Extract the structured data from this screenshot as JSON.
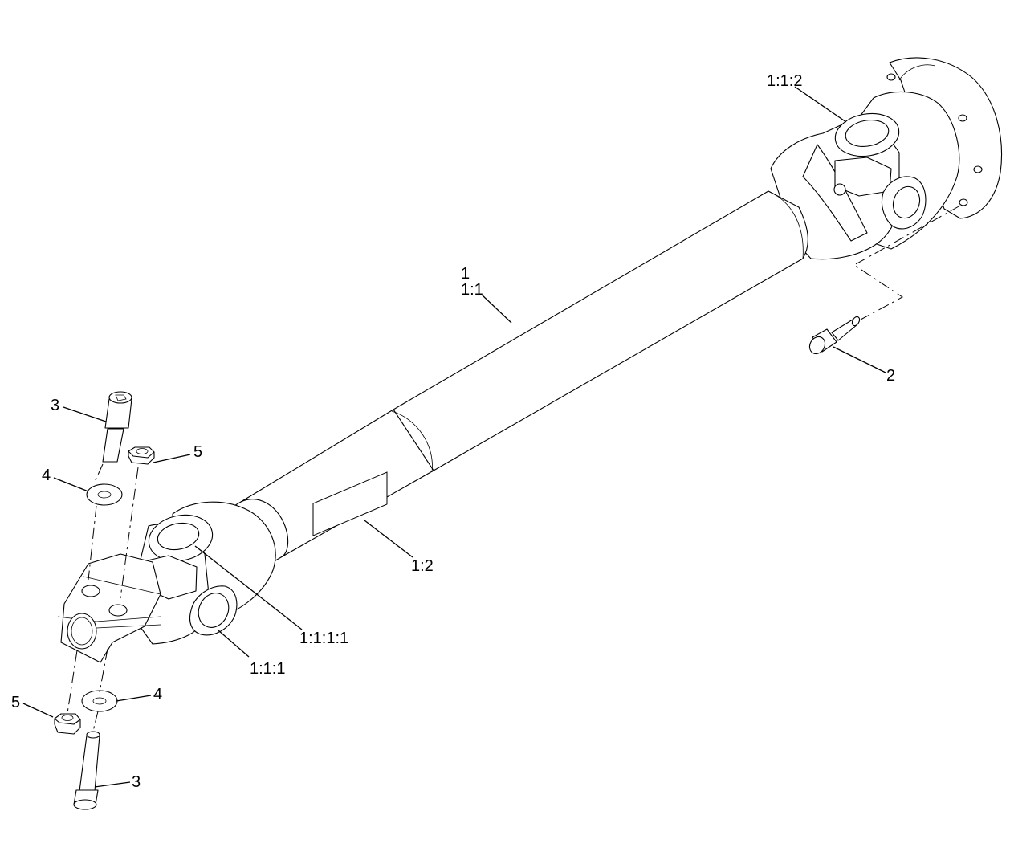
{
  "callouts": {
    "shaft_assembly": "1",
    "shaft": "1:1",
    "decal": "1:2",
    "yoke_lower": "1:1:1",
    "bearing_lower": "1:1:1:1",
    "bearing_upper": "1:1:2",
    "capscrew_flange": "2",
    "capscrew_top": "3",
    "capscrew_bottom": "3",
    "washer_top": "4",
    "washer_bottom": "4",
    "nut_top": "5",
    "nut_bottom": "5"
  }
}
